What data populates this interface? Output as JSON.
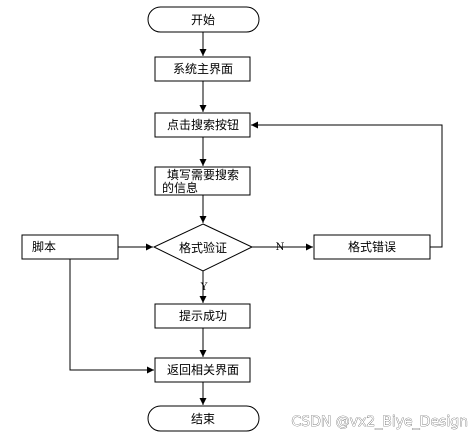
{
  "nodes": {
    "start": "开始",
    "main_ui": "系统主界面",
    "click_search": "点击搜索按钮",
    "fill_info_line1": "填写需要搜索",
    "fill_info_line2": "的信息",
    "validate": "格式验证",
    "script": "脚本",
    "format_error": "格式错误",
    "show_success": "提示成功",
    "return_page": "返回相关界面",
    "end": "结束"
  },
  "edges": {
    "no_label": "N",
    "yes_label": "Y"
  },
  "watermark": "CSDN @vx2_Biye_Design"
}
